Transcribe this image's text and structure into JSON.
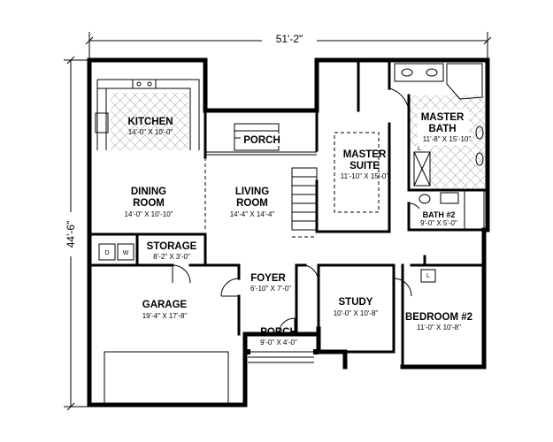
{
  "dimensions": {
    "overall_width": "51'-2\"",
    "overall_depth": "44'-6\""
  },
  "rooms": {
    "kitchen": {
      "name": "KITCHEN",
      "size": "14'-0\" X 10'-0\""
    },
    "porch_rear": {
      "name": "PORCH"
    },
    "master_suite": {
      "name_line1": "MASTER",
      "name_line2": "SUITE",
      "size": "11'-10\" X 15'-0\""
    },
    "master_bath": {
      "name_line1": "MASTER",
      "name_line2": "BATH",
      "size": "11'-8\" X 15'-10\""
    },
    "dining_room": {
      "name_line1": "DINING",
      "name_line2": "ROOM",
      "size": "14'-0\" X 10'-10\""
    },
    "living_room": {
      "name_line1": "LIVING",
      "name_line2": "ROOM",
      "size": "14'-4\" X 14'-4\""
    },
    "bath2": {
      "name": "BATH #2",
      "size": "9'-0\" X 5'-0\""
    },
    "storage": {
      "name": "STORAGE",
      "size": "8'-2\" X 3'-0\""
    },
    "garage": {
      "name": "GARAGE",
      "size": "19'-4\" X 17'-8\""
    },
    "foyer": {
      "name": "FOYER",
      "size": "6'-10\" X 7'-0\""
    },
    "study": {
      "name": "STUDY",
      "size": "10'-0\" X 10'-8\""
    },
    "bedroom2": {
      "name": "BEDROOM #2",
      "size": "11'-0\" X 10'-8\""
    },
    "porch_front": {
      "name": "PORCH",
      "size": "9'-0\" X 4'-0\""
    }
  },
  "fixtures": {
    "dryer": "D",
    "washer": "W",
    "linen_closet": "L"
  }
}
